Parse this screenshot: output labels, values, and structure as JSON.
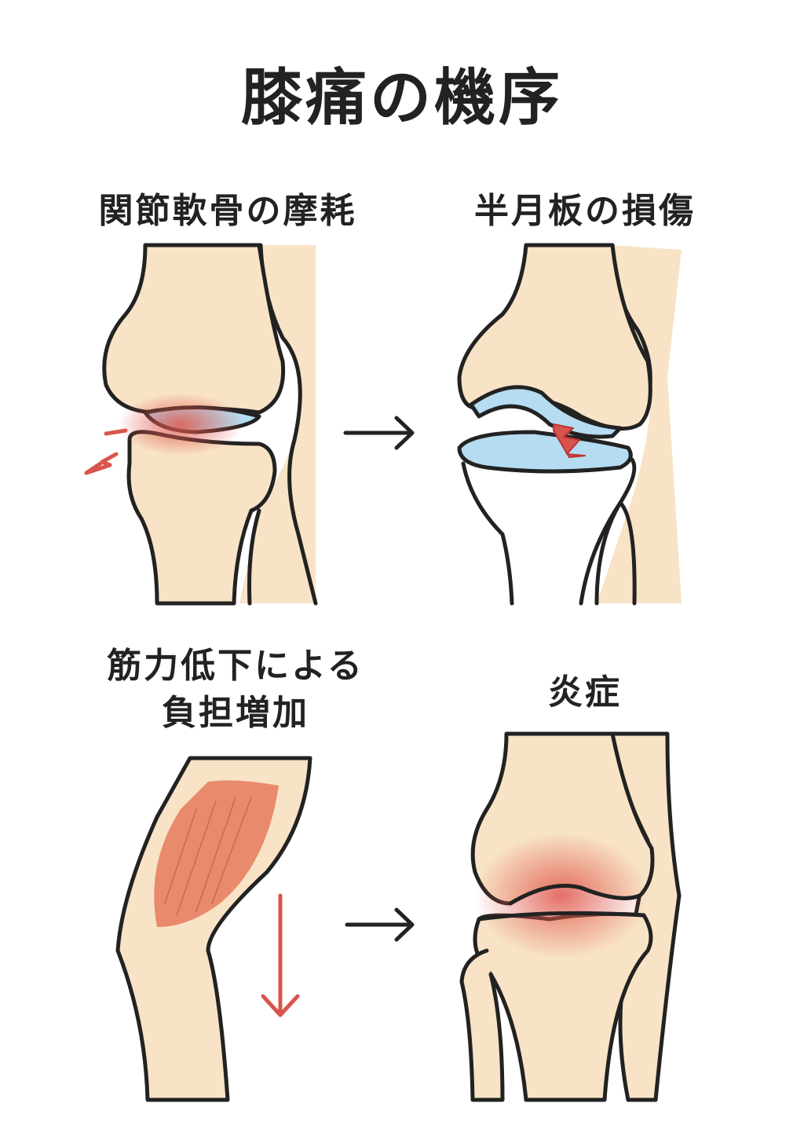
{
  "title": "膝痛の機序",
  "panels": [
    {
      "heading": "関節軟骨の摩耗",
      "icon": "knee-cartilage-wear-illustration"
    },
    {
      "heading": "半月板の損傷",
      "icon": "meniscus-tear-illustration"
    },
    {
      "heading_line1": "筋力低下による",
      "heading_line2": "負担増加",
      "icon": "weak-muscle-leg-illustration"
    },
    {
      "heading": "炎症",
      "icon": "knee-inflammation-illustration"
    }
  ],
  "colors": {
    "bone": "#f8e3c6",
    "outline": "#222222",
    "cartilage": "#b5dcf0",
    "pain_red": "#d9544c",
    "muscle": "#e98a6c"
  }
}
